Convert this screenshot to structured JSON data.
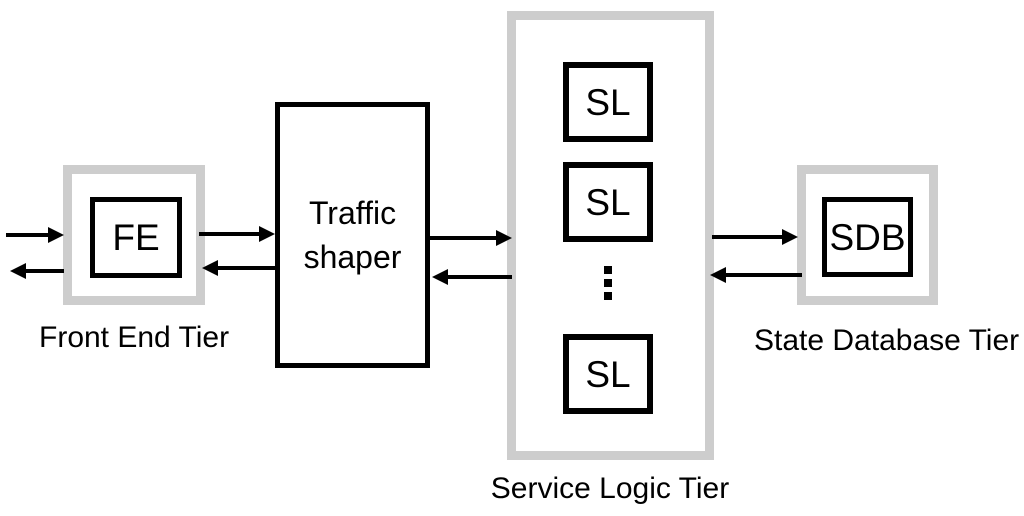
{
  "diagram": {
    "type": "system-architecture-block-diagram",
    "colors": {
      "background": "#ffffff",
      "tier_frame": "#cdcdcd",
      "node_border": "#000000",
      "arrow": "#000000",
      "text": "#000000"
    },
    "front_end_tier": {
      "label": "Front End Tier",
      "node": "FE"
    },
    "traffic_shaper": {
      "label": "Traffic shaper",
      "lines": [
        "Traffic",
        "shaper"
      ]
    },
    "service_logic_tier": {
      "label": "Service Logic Tier",
      "nodes": [
        "SL",
        "SL",
        "SL"
      ],
      "ellipsis_icon": "vertical-ellipsis"
    },
    "state_database_tier": {
      "label": "State Database Tier",
      "node": "SDB"
    },
    "connections": [
      {
        "from": "external-client",
        "to": "front-end-tier",
        "direction": "right"
      },
      {
        "from": "front-end-tier",
        "to": "external-client",
        "direction": "left"
      },
      {
        "from": "front-end-tier",
        "to": "traffic-shaper",
        "direction": "right"
      },
      {
        "from": "traffic-shaper",
        "to": "front-end-tier",
        "direction": "left"
      },
      {
        "from": "traffic-shaper",
        "to": "service-logic-tier",
        "direction": "right"
      },
      {
        "from": "service-logic-tier",
        "to": "traffic-shaper",
        "direction": "left"
      },
      {
        "from": "service-logic-tier",
        "to": "state-database-tier",
        "direction": "right"
      },
      {
        "from": "state-database-tier",
        "to": "service-logic-tier",
        "direction": "left"
      }
    ]
  }
}
